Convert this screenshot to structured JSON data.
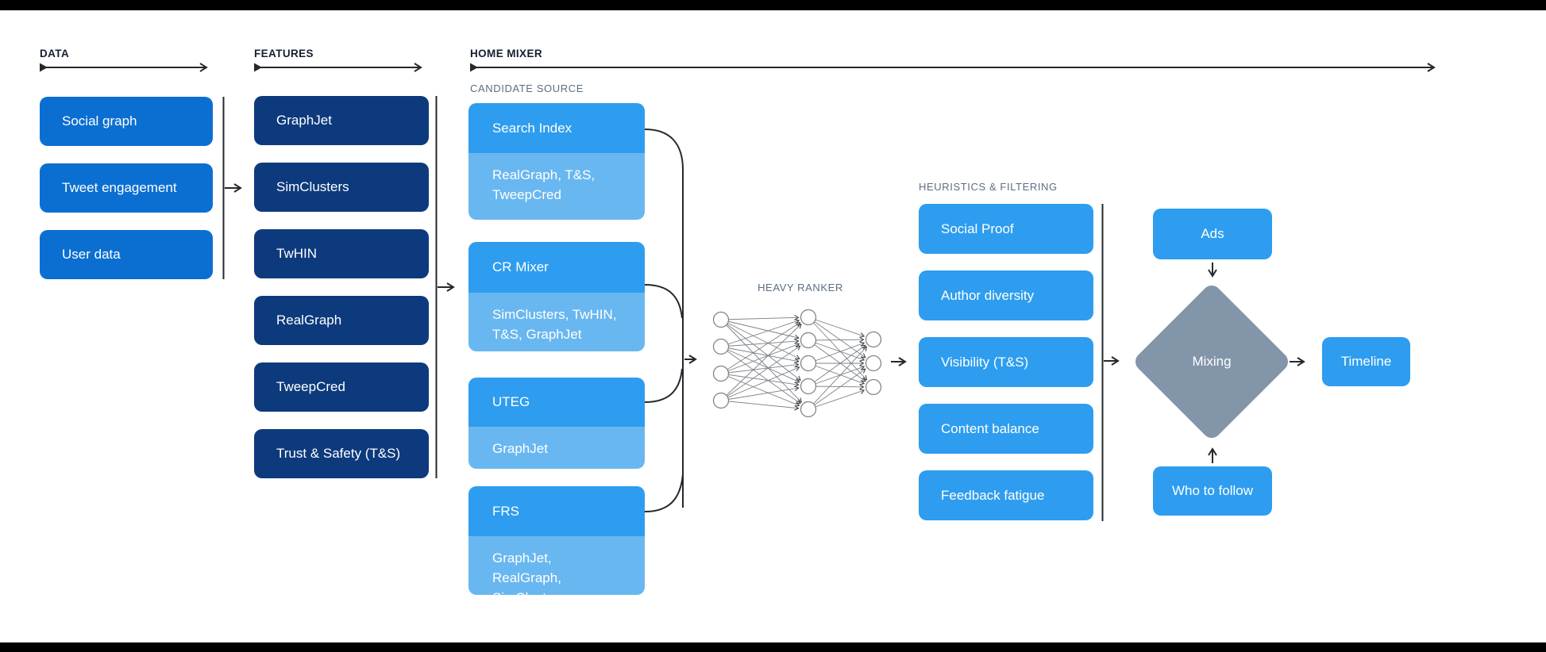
{
  "sections": {
    "data": {
      "label": "DATA",
      "items": [
        "Social graph",
        "Tweet engagement",
        "User data"
      ]
    },
    "features": {
      "label": "FEATURES",
      "items": [
        "GraphJet",
        "SimClusters",
        "TwHIN",
        "RealGraph",
        "TweepCred",
        "Trust & Safety (T&S)"
      ]
    },
    "home_mixer": {
      "label": "HOME MIXER",
      "candidate_source": {
        "label": "CANDIDATE SOURCE",
        "groups": [
          {
            "name": "Search Index",
            "inputs": "RealGraph, T&S, TweepCred"
          },
          {
            "name": "CR Mixer",
            "inputs": "SimClusters, TwHIN, T&S, GraphJet"
          },
          {
            "name": "UTEG",
            "inputs": "GraphJet"
          },
          {
            "name": "FRS",
            "inputs": "GraphJet, RealGraph, SimClusters"
          }
        ]
      },
      "heavy_ranker": {
        "label": "HEAVY RANKER"
      },
      "heuristics": {
        "label": "HEURISTICS & FILTERING",
        "items": [
          "Social Proof",
          "Author diversity",
          "Visibility (T&S)",
          "Content balance",
          "Feedback fatigue"
        ]
      },
      "mixing": {
        "ads": "Ads",
        "diamond": "Mixing",
        "who_to_follow": "Who to follow",
        "timeline": "Timeline"
      }
    }
  },
  "colors": {
    "page_bg": "#ffffff",
    "data_box": "#0b6fd1",
    "feature_box": "#0d3a7d",
    "candidate_box": "#2e9def",
    "candidate_sub": "#69b7f0",
    "heuristic_box": "#2e9def",
    "output_box": "#2e9def",
    "diamond": "#8295a9",
    "connector": "#24292e",
    "label_dark": "#141f30",
    "label_muted": "#5d6e82",
    "nn_edge": "#7d8287",
    "nn_node_stroke": "#80858a"
  }
}
